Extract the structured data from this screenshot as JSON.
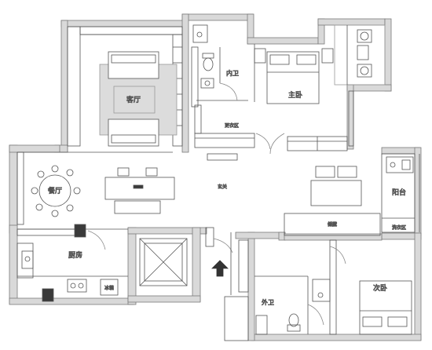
{
  "rooms": {
    "living": "客厅",
    "master_bath": "内卫",
    "master_bedroom": "主卧",
    "closet": "更衣区",
    "dining": "餐厅",
    "foyer": "玄关",
    "balcony": "阳台",
    "laundry": "洗衣区",
    "cabinet": "储藏",
    "kitchen": "厨房",
    "fridge": "冰箱",
    "guest_bath": "外卫",
    "second_bedroom": "次卧"
  },
  "colors": {
    "wall": "#d9d9d9",
    "wall_edge": "#7a7a7a",
    "rug": "#dcdcdc",
    "line": "#555555",
    "dark_column": "#3a3a3a"
  },
  "icons": [
    "entrance-arrow-icon",
    "toilet-icon",
    "stove-icon",
    "sink-icon",
    "bed-icon",
    "sofa-icon"
  ]
}
